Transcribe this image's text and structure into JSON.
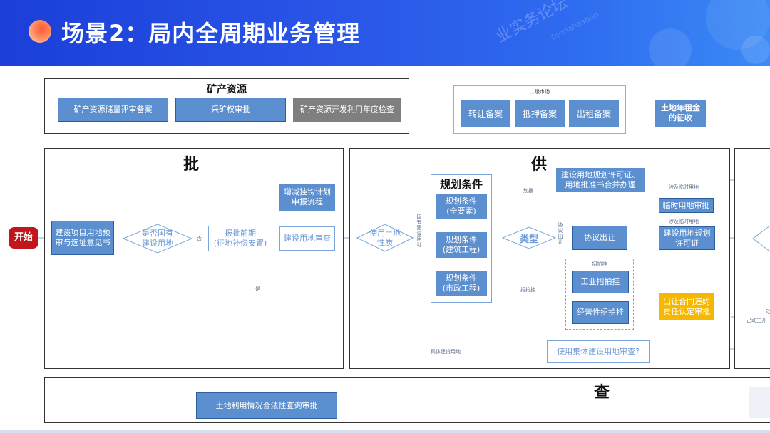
{
  "header": {
    "title": "场景2：局内全周期业务管理",
    "watermark_text": "业实务论坛",
    "watermark_sub": "formatization"
  },
  "colors": {
    "header_blue": "#2a56e8",
    "box_blue": "#5b8fcf",
    "grey": "#7f7f7f",
    "gold": "#f5b700",
    "start_red": "#c0161c"
  },
  "mineral": {
    "title": "矿产资源",
    "items": [
      "矿产资源储量评审备案",
      "采矿权审批",
      "矿产资源开发利用年度检查"
    ]
  },
  "secondary_market": {
    "title": "二级市场",
    "items": [
      "转让备案",
      "抵押备案",
      "出租备案"
    ]
  },
  "land_rent": "土地年租金\n的征收",
  "approve": {
    "title": "批",
    "start": "开始",
    "preliminary": "建设项目用地预\n审与选址意见书",
    "is_state_land": "是否国有\n建设用地",
    "no_label": "否",
    "yes_label": "是",
    "pre_report": "报批前期\n(征地补偿安置)",
    "quota_plan": "增减挂钩计划\n申报流程",
    "land_review": "建设用地审查"
  },
  "supply": {
    "title": "供",
    "land_nature": "使用土地\n性质",
    "state_land_label": "国有建设用地",
    "planning_title": "规划条件",
    "planning_items": [
      "规划条件\n(全要素)",
      "规划条件\n(建筑工程)",
      "规划条件\n(市政工程)"
    ],
    "type": "类型",
    "allocation_label": "划拨",
    "agreement_label": "协议出让",
    "auction_label": "招拍挂",
    "combined_permit": "建设用地规划许可证、\n用地批准书合并办理",
    "agreement_transfer": "协议出让",
    "auction_small_title": "招拍挂",
    "industrial_auction": "工业招拍挂",
    "commercial_auction": "经营性招拍挂",
    "temporary_label_top": "涉及临时用地",
    "temporary_review": "临时用地审批",
    "temporary_label_bottom": "涉及临时用地",
    "planning_permit": "建设用地规划\n许可证",
    "breach": "出让合同违约\n责任认定审批",
    "collective_label": "集体建设用地",
    "collective_review": "使用集体建设用地审查?"
  },
  "next_section": {
    "partial_label": "己动工开",
    "partial_label_top": "动"
  },
  "inspect": {
    "title": "查",
    "legality": "土地利用情况合法性查询审批"
  }
}
